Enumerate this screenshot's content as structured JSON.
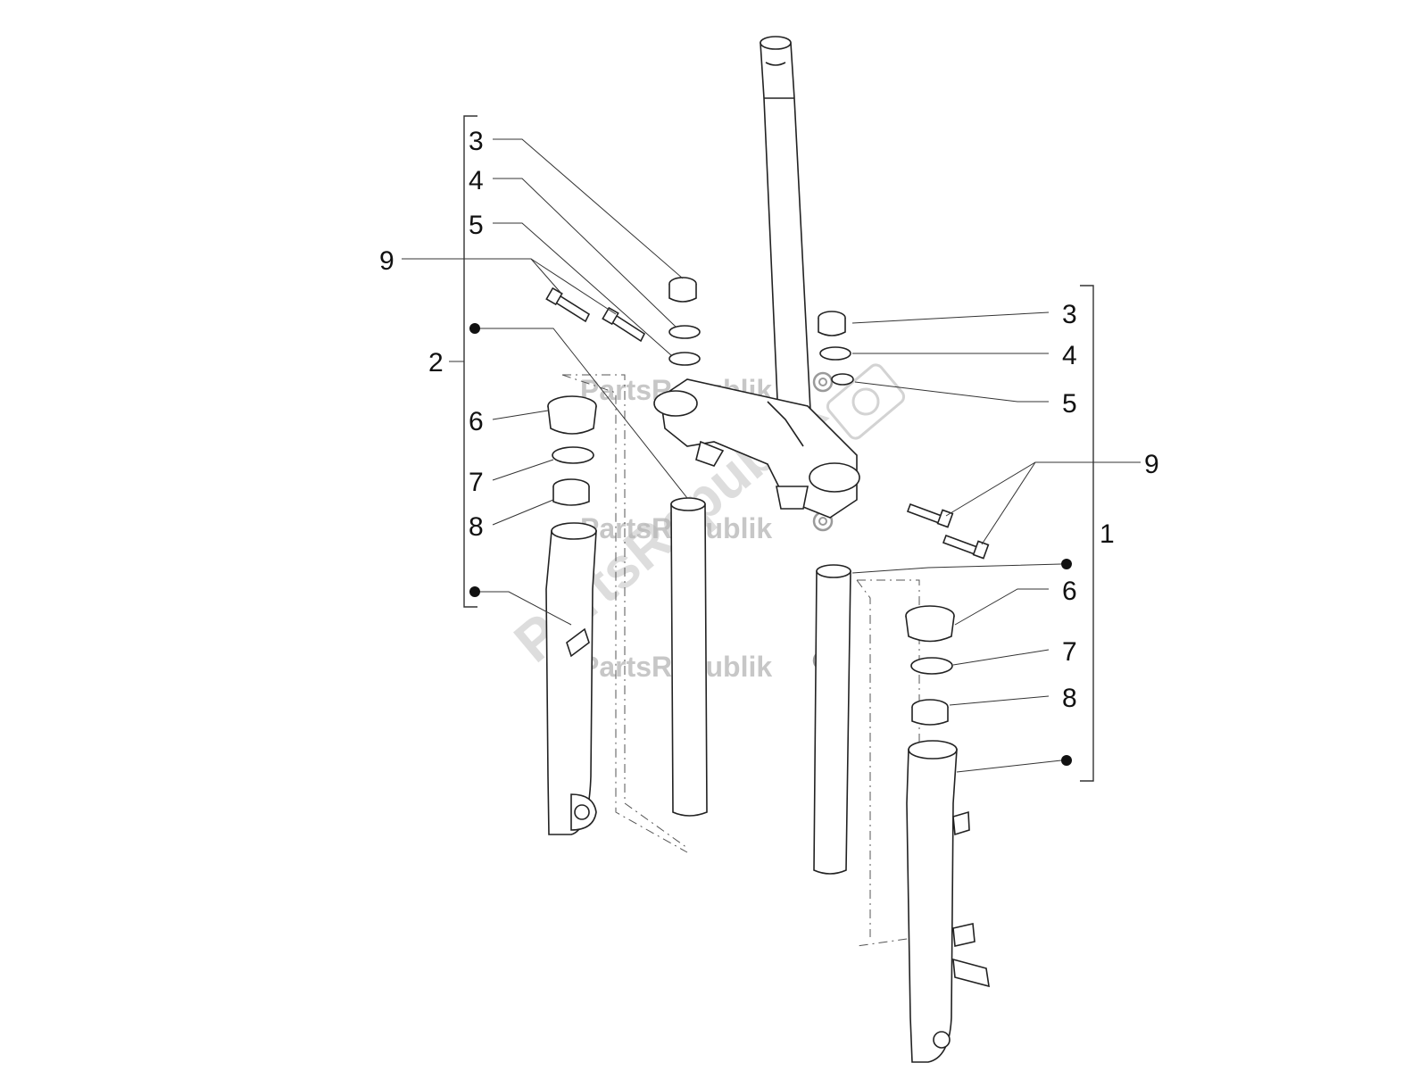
{
  "diagram": {
    "watermark": "PartsRepublik",
    "group_left_number": "2",
    "group_right_number": "1",
    "callouts_left": [
      {
        "id": "left-3",
        "number": "3"
      },
      {
        "id": "left-4",
        "number": "4"
      },
      {
        "id": "left-5",
        "number": "5"
      },
      {
        "id": "left-9",
        "number": "9"
      },
      {
        "id": "left-6",
        "number": "6"
      },
      {
        "id": "left-7",
        "number": "7"
      },
      {
        "id": "left-8",
        "number": "8"
      }
    ],
    "callouts_right": [
      {
        "id": "right-3",
        "number": "3"
      },
      {
        "id": "right-4",
        "number": "4"
      },
      {
        "id": "right-5",
        "number": "5"
      },
      {
        "id": "right-9",
        "number": "9"
      },
      {
        "id": "right-6",
        "number": "6"
      },
      {
        "id": "right-7",
        "number": "7"
      },
      {
        "id": "right-8",
        "number": "8"
      }
    ],
    "colors": {
      "line": "#222222",
      "watermark": "#9a9a9a",
      "background": "#ffffff"
    }
  }
}
